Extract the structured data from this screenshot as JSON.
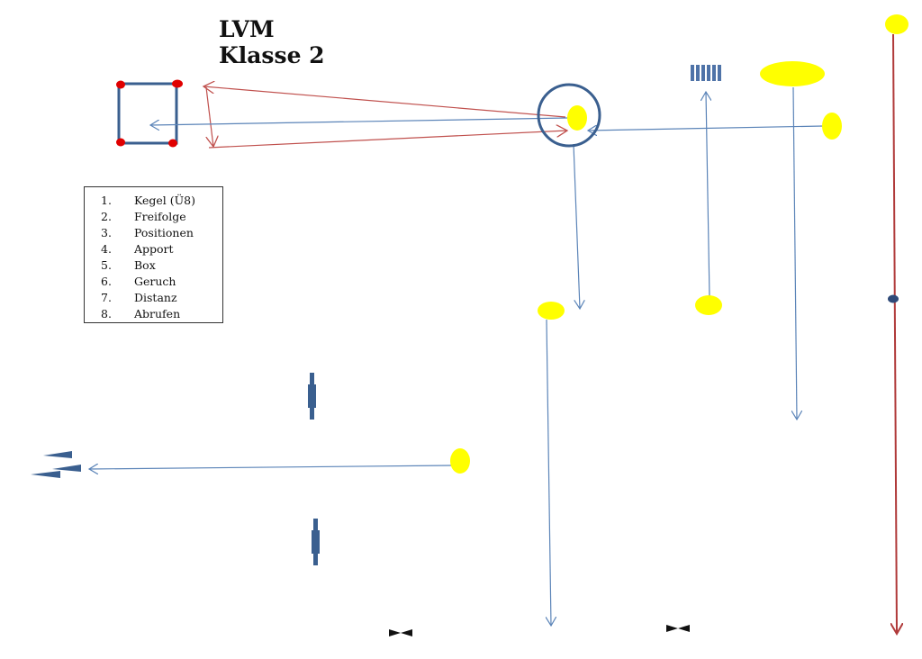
{
  "title": {
    "line1": "LVM",
    "line2": "Klasse 2"
  },
  "legend": [
    {
      "num": "1.",
      "label": "Kegel (Ü8)"
    },
    {
      "num": "2.",
      "label": "Freifolge"
    },
    {
      "num": "3.",
      "label": "Positionen"
    },
    {
      "num": "4.",
      "label": "Apport"
    },
    {
      "num": "5.",
      "label": "Box"
    },
    {
      "num": "6.",
      "label": "Geruch"
    },
    {
      "num": "7.",
      "label": "Distanz"
    },
    {
      "num": "8.",
      "label": "Abrufen"
    }
  ],
  "colors": {
    "cone": "#ffff00",
    "blue": "#3a5f8f",
    "arrow_blue": "#5b84b8",
    "red": "#c0504d",
    "corner": "#e00000"
  }
}
